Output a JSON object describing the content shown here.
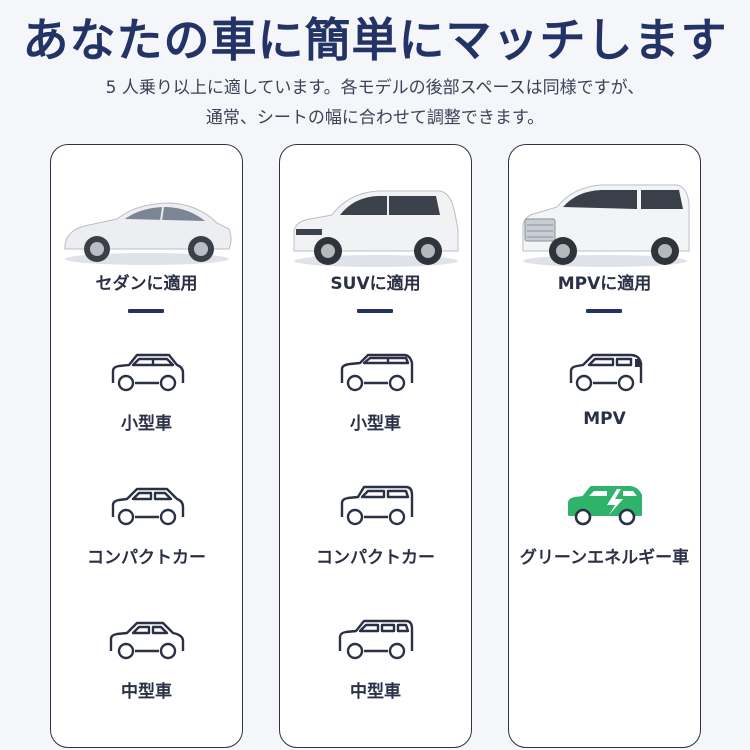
{
  "header": {
    "title": "あなたの車に簡単にマッチします",
    "subtitle_line1": "5 人乗り以上に適しています。各モデルの後部スペースは同様ですが、",
    "subtitle_line2": "通常、シートの幅に合わせて調整できます。"
  },
  "cards": [
    {
      "title": "セダンに適用",
      "items": [
        {
          "label": "小型車",
          "icon": "small-car-icon"
        },
        {
          "label": "コンパクトカー",
          "icon": "compact-car-icon"
        },
        {
          "label": "中型車",
          "icon": "midsize-car-icon"
        }
      ]
    },
    {
      "title": "SUVに適用",
      "items": [
        {
          "label": "小型車",
          "icon": "small-suv-icon"
        },
        {
          "label": "コンパクトカー",
          "icon": "compact-suv-icon"
        },
        {
          "label": "中型車",
          "icon": "midsize-suv-icon"
        }
      ]
    },
    {
      "title": "MPVに適用",
      "items": [
        {
          "label": "MPV",
          "icon": "mpv-icon"
        },
        {
          "label": "グリーンエネルギー車",
          "icon": "green-energy-car-icon"
        }
      ]
    }
  ],
  "colors": {
    "title": "#233366",
    "accent_dash": "#233366",
    "green_car": "#2fb36b",
    "card_border": "#2f3340"
  }
}
